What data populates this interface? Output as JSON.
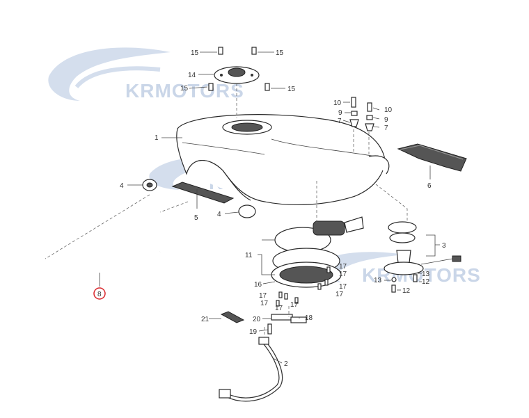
{
  "watermark": {
    "text": "KRMOTORS",
    "color": "#9fb6d6"
  },
  "highlight": {
    "part": "8",
    "color": "#d9262b"
  },
  "callouts": {
    "c1": "1",
    "c2": "2",
    "c3": "3",
    "c4a": "4",
    "c4b": "4",
    "c5": "5",
    "c6": "6",
    "c7a": "7",
    "c7b": "7",
    "c8": "8",
    "c9a": "9",
    "c9b": "9",
    "c10a": "10",
    "c10b": "10",
    "c11": "11",
    "c12a": "12",
    "c12b": "12",
    "c13a": "13",
    "c13b": "13",
    "c14": "14",
    "c15a": "15",
    "c15b": "15",
    "c15c": "15",
    "c15d": "15",
    "c16": "16",
    "c17a": "17",
    "c17b": "17",
    "c17c": "17",
    "c17d": "17",
    "c17e": "17",
    "c17f": "17",
    "c17g": "17",
    "c17h": "17",
    "c18": "18",
    "c19": "19",
    "c20": "20",
    "c21": "21"
  }
}
